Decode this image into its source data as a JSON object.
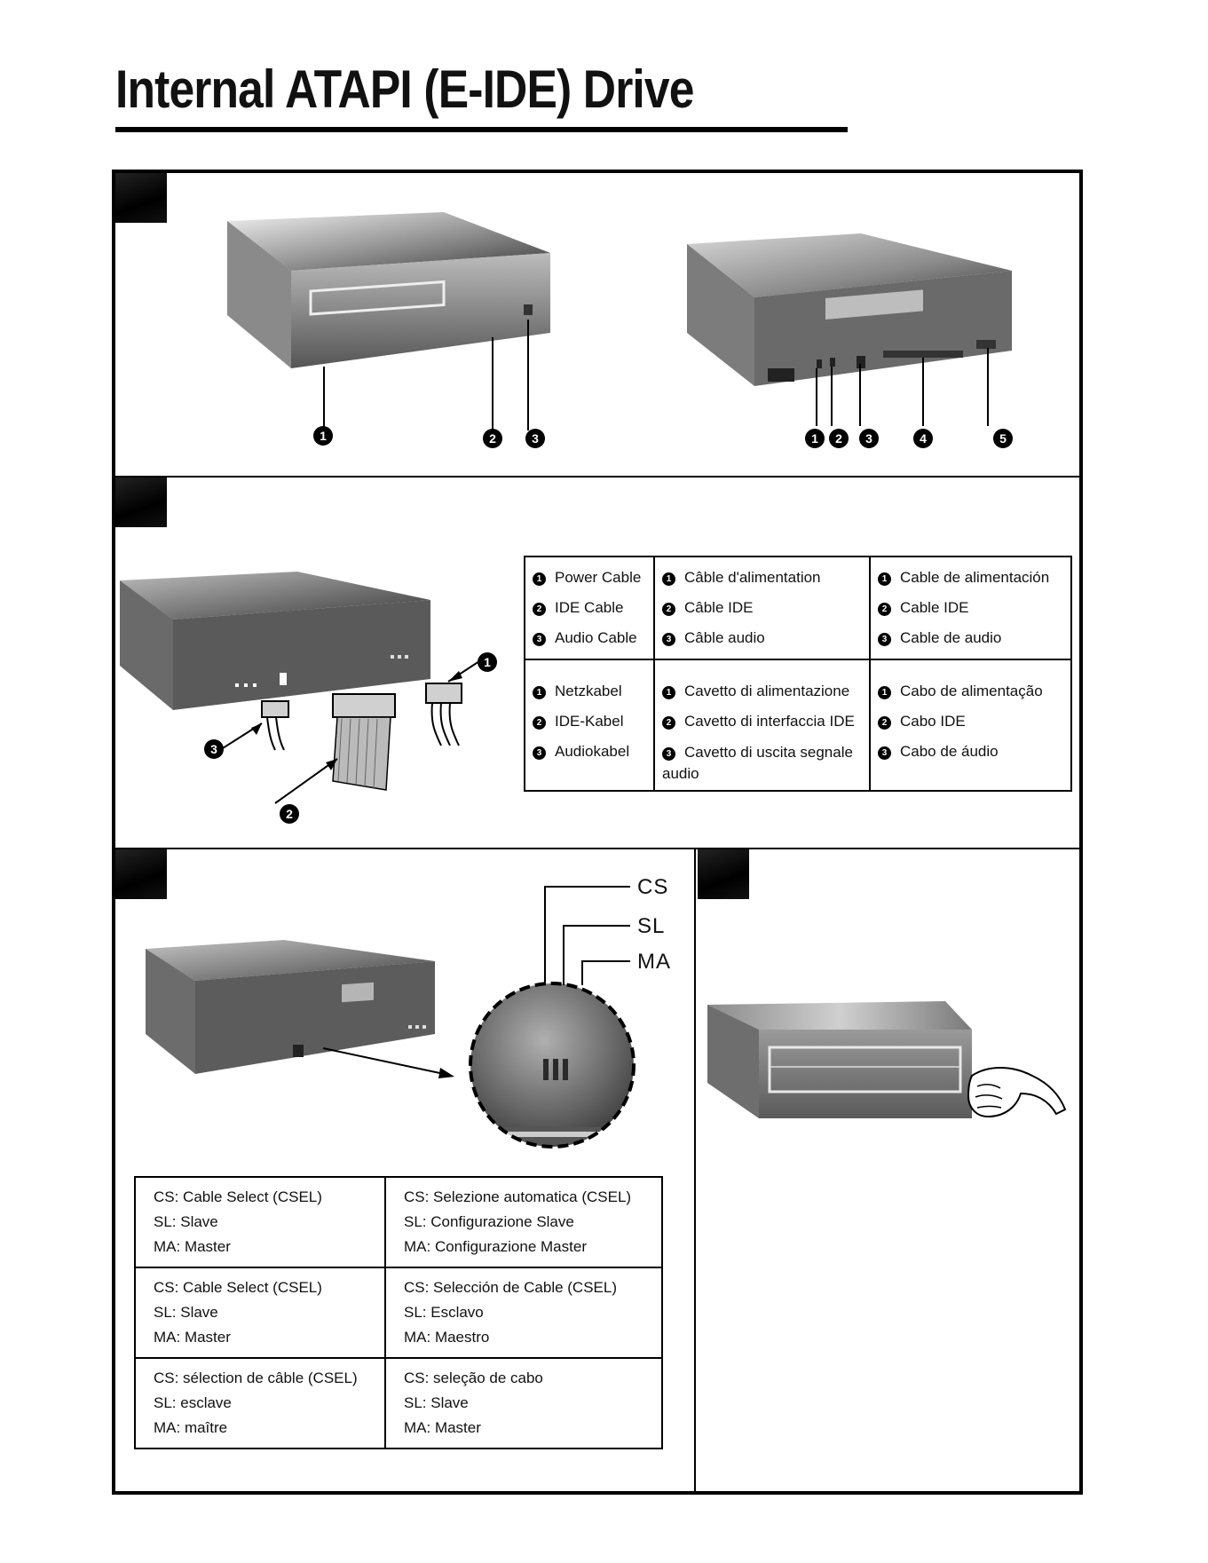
{
  "page": {
    "title": "Internal ATAPI (E-IDE) Drive"
  },
  "front_view": {
    "callouts": [
      "1",
      "2",
      "3"
    ]
  },
  "rear_view": {
    "callouts": [
      "1",
      "2",
      "3",
      "4",
      "5"
    ]
  },
  "connection": {
    "callouts": [
      "1",
      "2",
      "3"
    ],
    "cables_table": {
      "rows": [
        [
          [
            "Power Cable",
            "IDE Cable",
            "Audio Cable"
          ],
          [
            "Câble d'alimentation",
            "Câble IDE",
            "Câble audio"
          ],
          [
            "Cable de alimentación",
            "Cable IDE",
            "Cable de audio"
          ]
        ],
        [
          [
            "Netzkabel",
            "IDE-Kabel",
            "Audiokabel"
          ],
          [
            "Cavetto di alimentazione",
            "Cavetto di interfaccia IDE",
            "Cavetto di uscita segnale audio"
          ],
          [
            "Cabo de alimentação",
            "Cabo IDE",
            "Cabo de áudio"
          ]
        ]
      ]
    }
  },
  "jumper": {
    "labels": [
      "CS",
      "SL",
      "MA"
    ],
    "table": {
      "rows": [
        [
          [
            "CS: Cable Select (CSEL)",
            "SL: Slave",
            "MA: Master"
          ],
          [
            "CS: Selezione automatica (CSEL)",
            "SL: Configurazione Slave",
            "MA: Configurazione Master"
          ]
        ],
        [
          [
            "CS: Cable Select (CSEL)",
            "SL: Slave",
            "MA: Master"
          ],
          [
            "CS: Selección de Cable (CSEL)",
            "SL: Esclavo",
            "MA: Maestro"
          ]
        ],
        [
          [
            "CS: sélection de câble (CSEL)",
            "SL: esclave",
            "MA: maître"
          ],
          [
            "CS: seleção de cabo",
            "SL: Slave",
            "MA: Master"
          ]
        ]
      ]
    }
  },
  "colors": {
    "ink": "#000000",
    "drive_light": "#e6e6e6",
    "drive_dark": "#4a4a4a"
  }
}
